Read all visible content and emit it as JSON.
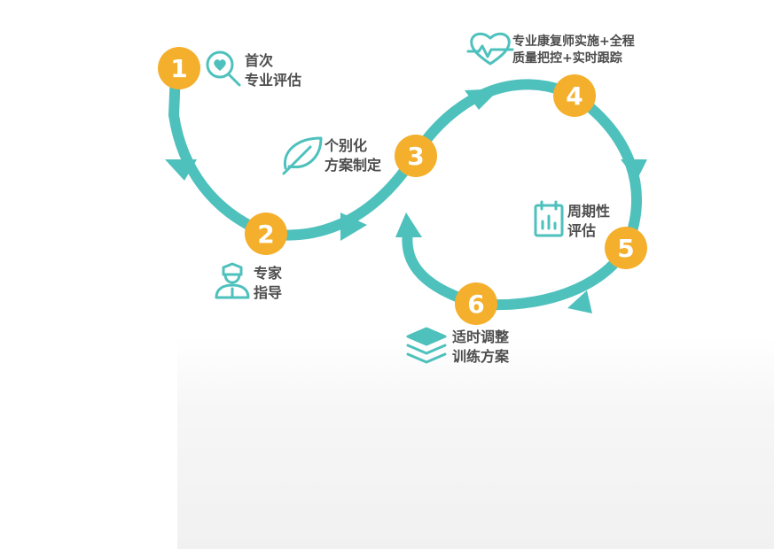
{
  "colors": {
    "teal": "#4EC1BD",
    "orange": "#F4AF2C",
    "text": "#4D4D4D"
  },
  "steps": [
    {
      "number": "1",
      "icon": "magnifier-heart-icon",
      "lines": [
        "首次",
        "专业评估"
      ]
    },
    {
      "number": "2",
      "icon": "doctor-icon",
      "lines": [
        "专家",
        "指导"
      ]
    },
    {
      "number": "3",
      "icon": "leaf-icon",
      "lines": [
        "个别化",
        "方案制定"
      ]
    },
    {
      "number": "4",
      "icon": "heart-pulse-icon",
      "lines": [
        "专业康复师实施+全程",
        "质量把控+实时跟踪"
      ]
    },
    {
      "number": "5",
      "icon": "calendar-chart-icon",
      "lines": [
        "周期性",
        "评估"
      ]
    },
    {
      "number": "6",
      "icon": "layers-icon",
      "lines": [
        "适时调整",
        "训练方案"
      ]
    }
  ]
}
